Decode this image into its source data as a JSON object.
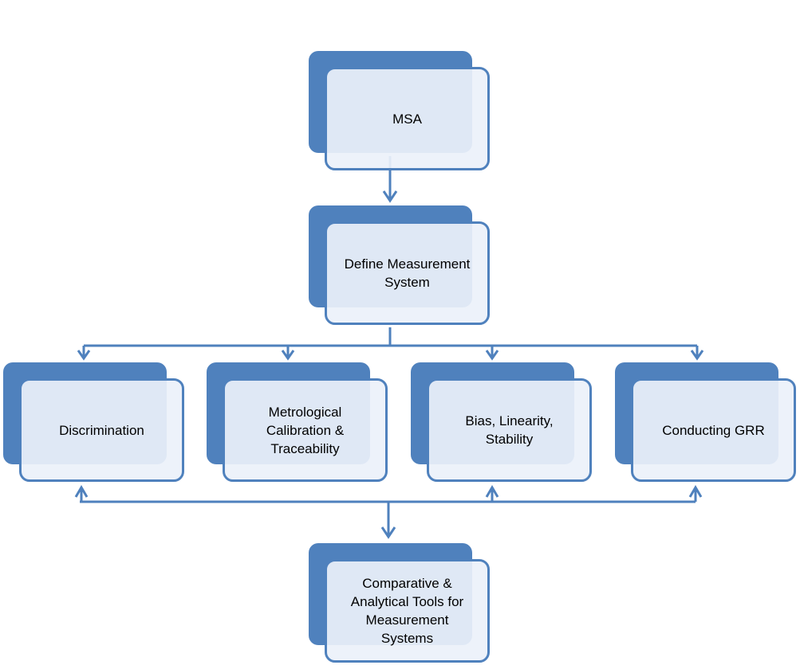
{
  "colors": {
    "accent": "#4f81bd",
    "box_fill": "#ebf1fa",
    "text": "#000000"
  },
  "nodes": {
    "msa": "MSA",
    "define": "Define Measurement System",
    "discrimination": "Discrimination",
    "metrological": "Metrological Calibration & Traceability",
    "bias": "Bias, Linearity, Stability",
    "grr": "Conducting GRR",
    "comparative": "Comparative & Analytical Tools for Measurement Systems"
  }
}
